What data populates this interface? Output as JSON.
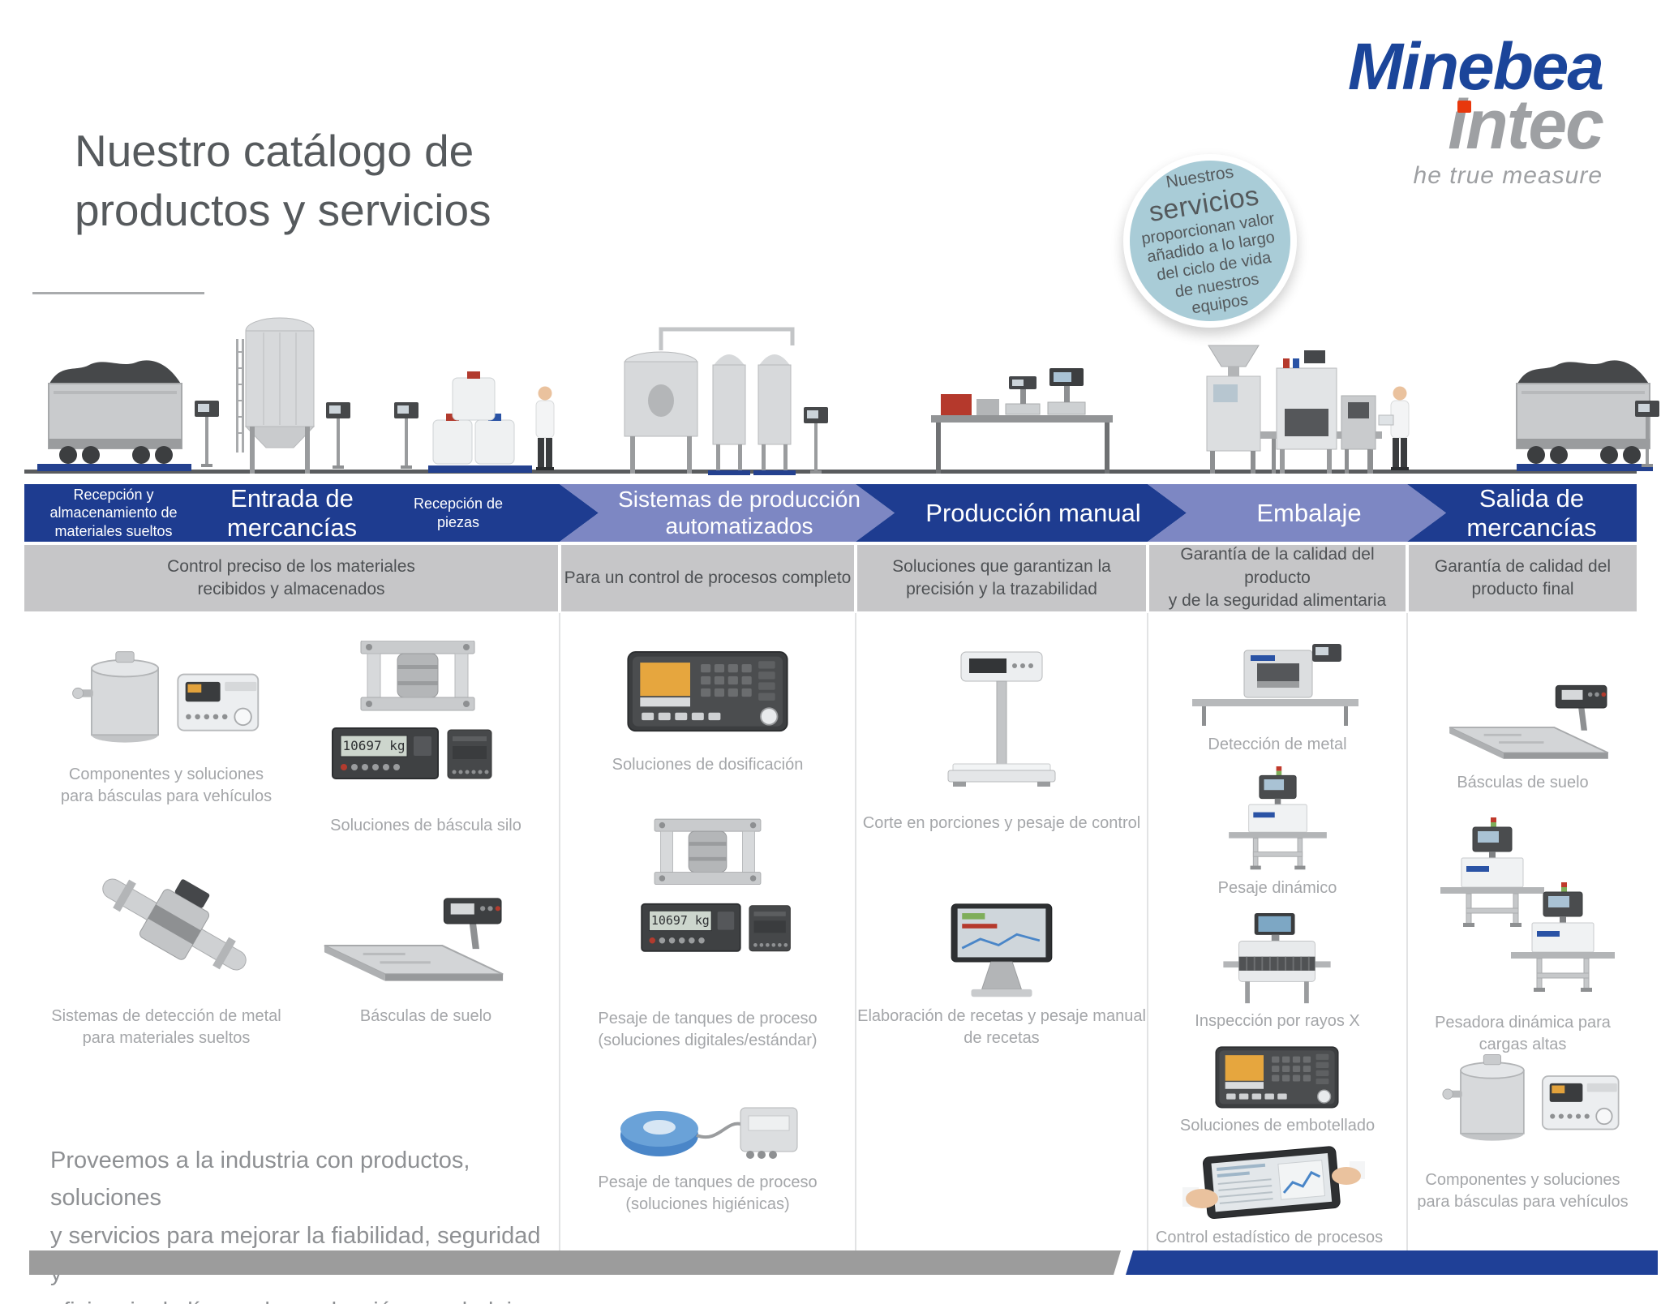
{
  "page": {
    "title": "Nuestro catálogo de\nproductos y servicios"
  },
  "logo": {
    "brand_primary": "Minebea",
    "brand_secondary": "intec",
    "tagline": "he true measure"
  },
  "badge": {
    "lines": [
      "Nuestros",
      "servicios",
      "proporcionan valor",
      "añadido a lo largo",
      "del ciclo de vida",
      "de nuestros",
      "equipos"
    ]
  },
  "process_banner": {
    "entrada_sub1": "Recepción y\nalmacenamiento de\nmateriales sueltos",
    "entrada_main": "Entrada de mercancías",
    "entrada_sub2": "Recepción de\npiezas",
    "sistemas": "Sistemas de producción\nautomatizados",
    "produccion_manual": "Producción manual",
    "embalaje": "Embalaje",
    "salida": "Salida de mercancías"
  },
  "columns": {
    "entrada": {
      "description": "Control preciso de los materiales\nrecibidos y almacenados",
      "products": {
        "vehiculos": "Componentes y soluciones\npara básculas para vehículos",
        "silo": "Soluciones de báscula silo",
        "metal": "Sistemas de detección de metal\npara materiales sueltos",
        "suelo": "Básculas de suelo"
      },
      "note": "Proveemos a la industria con productos, soluciones\ny servicios para mejorar la fiabilidad, seguridad y\neficiencia de líneas de producción y embalaje."
    },
    "sistemas": {
      "description": "Para un control de procesos completo",
      "products": {
        "dosificacion": "Soluciones de dosificación",
        "tanques_digital": "Pesaje de tanques de proceso\n(soluciones digitales/estándar)",
        "tanques_higienico": "Pesaje de tanques de proceso\n(soluciones higiénicas)"
      }
    },
    "manual": {
      "description": "Soluciones que garantizan la\nprecisión y la trazabilidad",
      "products": {
        "corte": "Corte en porciones y pesaje de control",
        "recetas": "Elaboración de recetas y pesaje manual\nde recetas"
      }
    },
    "embalaje": {
      "description": "Garantía de la calidad del producto\ny de la seguridad alimentaria",
      "products": {
        "metal": "Detección de metal",
        "dinamico": "Pesaje dinámico",
        "rayosx": "Inspección por rayos X",
        "embotellado": "Soluciones de embotellado",
        "estadistico": "Control estadístico de procesos"
      }
    },
    "salida": {
      "description": "Garantía de calidad del\nproducto final",
      "products": {
        "suelo": "Básculas de suelo",
        "pesadora": "Pesadora dinámica para cargas altas",
        "vehiculos": "Componentes y soluciones\npara básculas para vehículos"
      }
    }
  },
  "device_displays": {
    "silo_indicator": "10697 kg",
    "tank_indicator": "10697 kg"
  },
  "colors": {
    "brand_blue": "#1b459a",
    "banner_dark": "#1e3c90",
    "banner_light": "#7d87c3",
    "badge_fill": "#a9ccd7",
    "accent_red": "#e8380d",
    "band_gray": "#c6c6c8"
  }
}
